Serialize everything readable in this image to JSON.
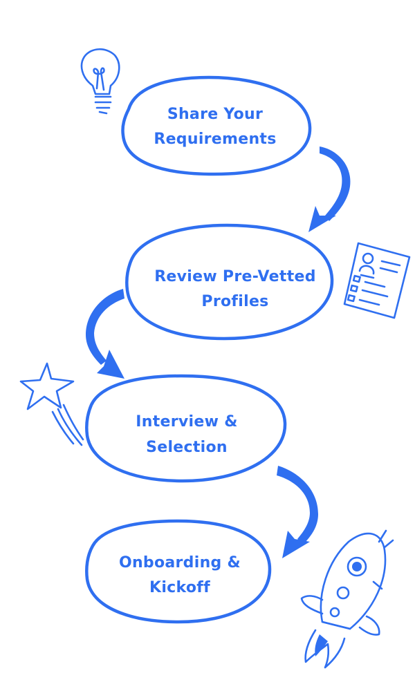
{
  "colors": {
    "ink": "#2f6ff0",
    "background": "#ffffff"
  },
  "steps": [
    {
      "lines": [
        "Share Your",
        "Requirements"
      ]
    },
    {
      "lines": [
        "Review Pre-Vetted",
        "Profiles"
      ]
    },
    {
      "lines": [
        "Interview &",
        "Selection"
      ]
    },
    {
      "lines": [
        "Onboarding &",
        "Kickoff"
      ]
    }
  ],
  "icons": [
    "lightbulb-icon",
    "resume-icon",
    "star-icon",
    "rocket-icon"
  ]
}
